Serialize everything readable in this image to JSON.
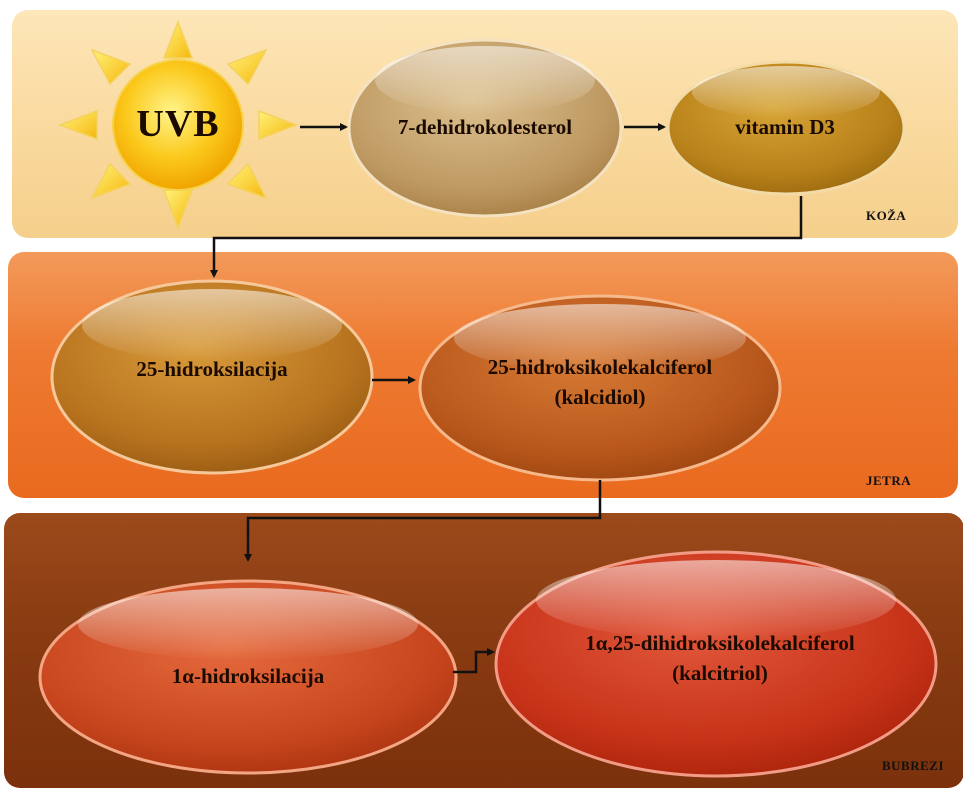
{
  "nodes": {
    "uvb": "UVB",
    "dehidrokolesterol": "7-dehidrokolesterol",
    "vitamin_d3": "vitamin D3",
    "hidroksilacija_25": "25-hidroksilacija",
    "kalcidiol_line1": "25-hidroksikolekalciferol",
    "kalcidiol_line2": "(kalcidiol)",
    "hidroksilacija_1a": "1α-hidroksilacija",
    "kalcitriol_line1": "1α,25-dihidroksikolekalciferol",
    "kalcitriol_line2": "(kalcitriol)"
  },
  "regions": {
    "koza": "KOŽA",
    "jetra": "JETRA",
    "bubrezi": "BUBREZI"
  }
}
